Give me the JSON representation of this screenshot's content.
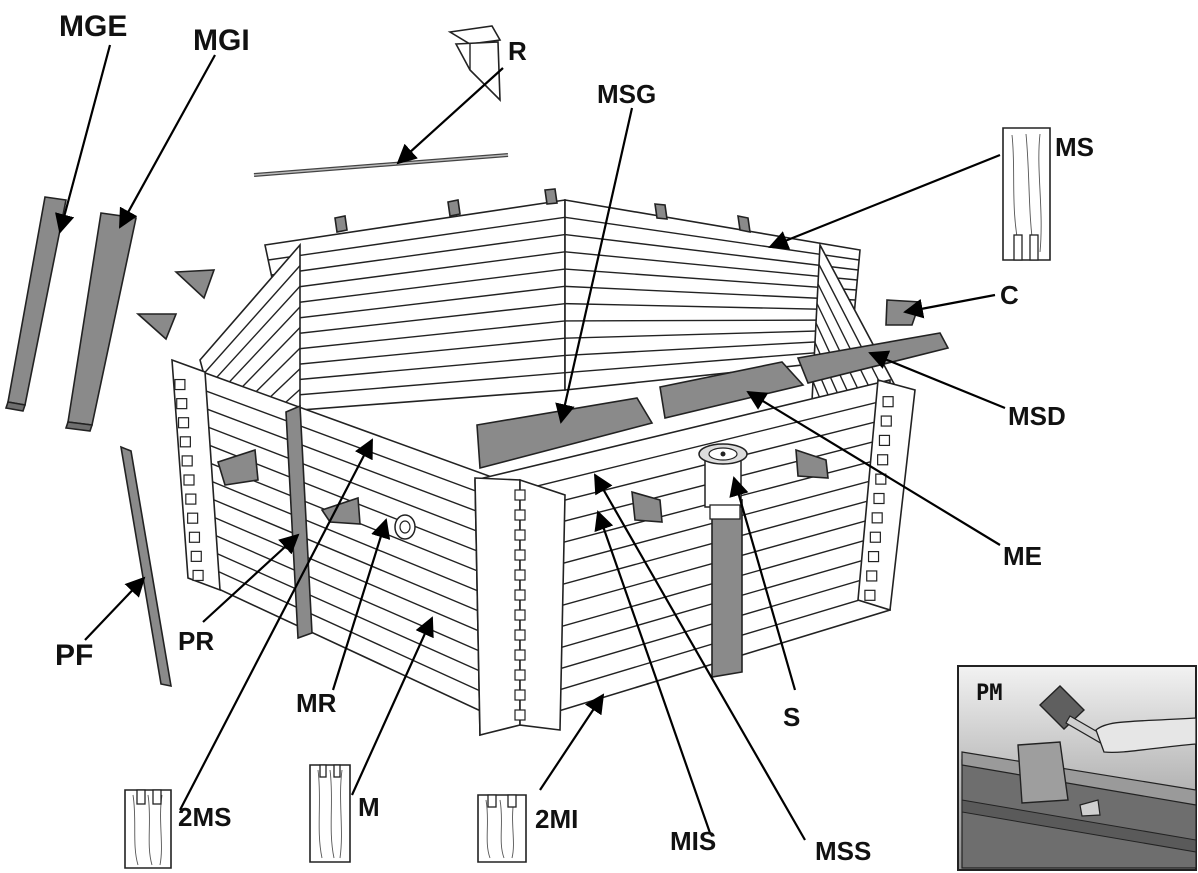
{
  "diagram": {
    "labels": {
      "MGE": "MGE",
      "MGI": "MGI",
      "R": "R",
      "MSG": "MSG",
      "MS": "MS",
      "C": "C",
      "MSD": "MSD",
      "ME": "ME",
      "S": "S",
      "PF": "PF",
      "PR": "PR",
      "MR": "MR",
      "M": "M",
      "TWO_MS": "2MS",
      "TWO_MI": "2MI",
      "MIS": "MIS",
      "MSS": "MSS"
    },
    "inset": {
      "label": "PM"
    },
    "colors": {
      "line": "#222222",
      "part_fill": "#8a8a8a",
      "inset_bg": "#bdbdbd",
      "background": "#ffffff"
    }
  }
}
